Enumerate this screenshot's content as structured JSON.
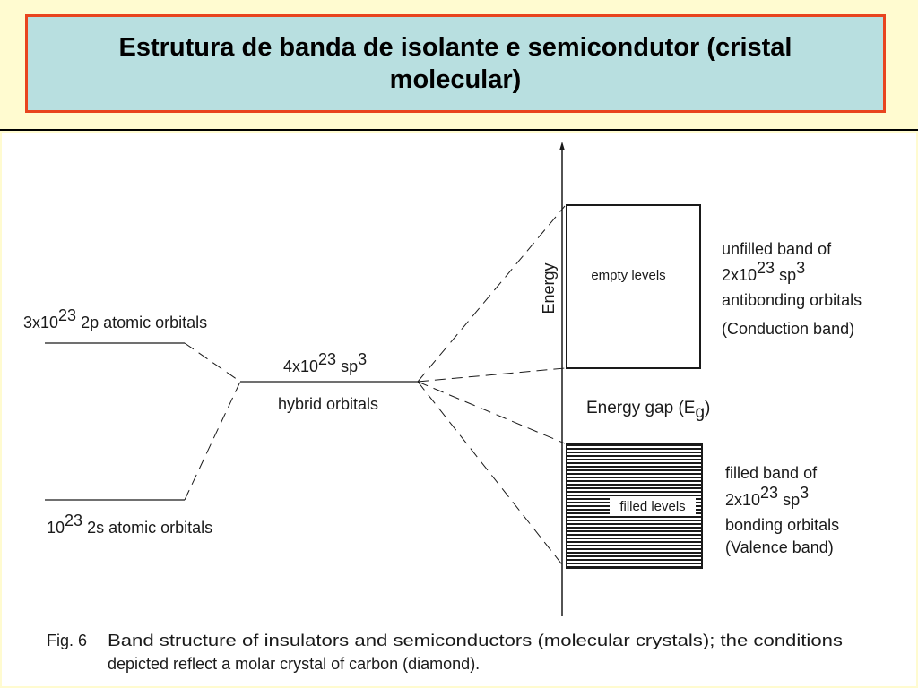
{
  "title": "Estrutura de banda de isolante e semicondutor (cristal molecular)",
  "diagram": {
    "p_orbitals_label": {
      "coef": "3x10",
      "exp": "23",
      "rest": " 2p atomic orbitals"
    },
    "s_orbitals_label": {
      "coef": "10",
      "exp": "23",
      "rest": " 2s atomic orbitals"
    },
    "hybrid_label": {
      "coef": "4x10",
      "exp1": "23",
      "mid": " sp",
      "exp2": "3"
    },
    "hybrid_subtitle": "hybrid orbitals",
    "axis_label": "Energy",
    "empty_box_label": "empty levels",
    "filled_box_label": "filled levels",
    "gap_label": {
      "text": "Energy gap (E",
      "sub": "g",
      "close": ")"
    },
    "conduction": {
      "line1": "unfilled band of",
      "line2": {
        "coef": "2x10",
        "exp1": "23",
        "mid": " sp",
        "exp2": "3"
      },
      "line3": "antibonding orbitals",
      "line4": "(Conduction band)"
    },
    "valence": {
      "line1": "filled band of",
      "line2": {
        "coef": "2x10",
        "exp1": "23",
        "mid": " sp",
        "exp2": "3"
      },
      "line3": "bonding orbitals",
      "line4": "(Valence band)"
    },
    "caption": {
      "fig": "Fig. 6",
      "line1": "Band structure of insulators and semiconductors (molecular crystals); the conditions",
      "line2": "depicted reflect a molar crystal of carbon (diamond)."
    }
  }
}
